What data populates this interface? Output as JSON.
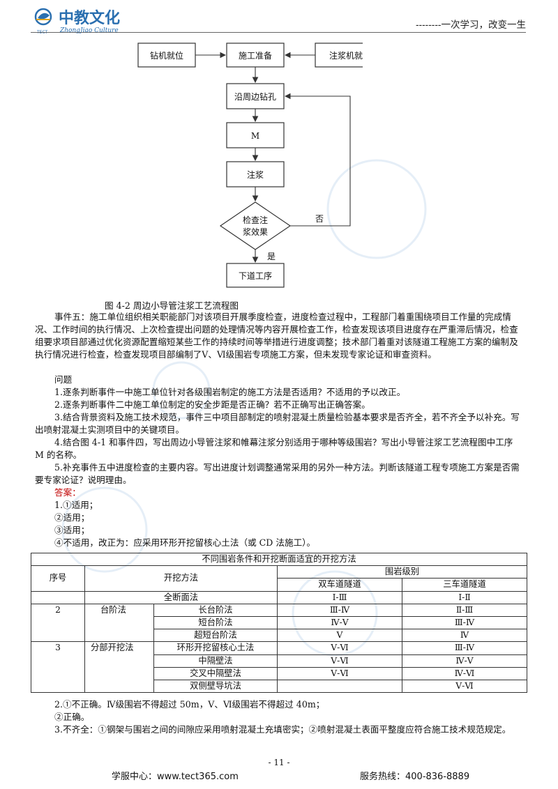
{
  "header": {
    "logo_cn": "中教文化",
    "logo_en": "ZhongJiao Culture",
    "logo_abbr": "TECT",
    "slogan": "--------一次学习，改变一生"
  },
  "flowchart": {
    "nodes": {
      "drill_position": "钻机就位",
      "prep": "施工准备",
      "grout_machine": "注浆机就位及浆液拌和",
      "drill_holes": "沿周边钻孔",
      "m_step": "M",
      "grouting": "注浆",
      "check_line1": "检查注",
      "check_line2": "浆效果",
      "next": "下道工序"
    },
    "no_label": "否",
    "yes_label": "是"
  },
  "figure_caption": "图 4-2  周边小导管注浆工艺流程图",
  "event5": "事件五：施工单位组织相关职能部门对该项目开展季度检查，进度检查过程中，工程部门着重围绕项目工作量的完成情况、工作时间的执行情况、上次检查提出问题的处理情况等内容开展检查工作，检查发现该项目进度存在严重滞后情况，检查组要求项目部通过优化资源配置缩短某些工作的持续时间等举措进行进度调整；技术部门着重对该隧道工程施工方案的编制及执行情况进行检查，检查发现项目部编制了Ⅴ、Ⅵ级围岩专项施工方案，但未发现专家论证和审查资料。",
  "questions": {
    "title": "问题",
    "q1": "1.逐条判断事件一中施工单位针对各级围岩制定的施工方法是否适用？不适用的予以改正。",
    "q2": "2.逐条判断事件二中施工单位制定的安全步距是否正确？若不正确写出正确答案。",
    "q3": "3.结合背景资料及施工技术规范，事件三中项目部制定的喷射混凝土质量检验基本要求是否齐全，若不齐全予以补充。写出喷射混凝土实测项目中的关键项目。",
    "q4": "4.结合图 4-1 和事件四，写出周边小导管注浆和帷幕注浆分别适用于哪种等级围岩？写出小导管注浆工艺流程图中工序 M 的名称。",
    "q5": "5.补充事件五中进度检查的主要内容。写出进度计划调整通常采用的另外一种方法。判断该隧道工程专项施工方案是否需要专家论证？说明理由。"
  },
  "answers": {
    "label": "答案：",
    "a1_1": "1.①适用；",
    "a1_2": "②适用；",
    "a1_3": "③适用；",
    "a1_4": "④不适用，改正为：应采用环形开挖留核心土法（或 CD 法施工）。",
    "a2_1": "2.①不正确。Ⅳ级围岩不得超过 50m，Ⅴ、Ⅵ级围岩不得超过 40m；",
    "a2_2": "②正确。",
    "a3": "3.不齐全：①钢架与围岩之间的间隙应采用喷射混凝土充填密实；②喷射混凝土表面平整度应符合施工技术规范规定。"
  },
  "table": {
    "title": "不同围岩条件和开挖断面适宜的开挖方法",
    "headers": {
      "no": "序号",
      "method": "开挖方法",
      "rock_grade": "围岩级别",
      "double_lane": "双车道隧道",
      "triple_lane": "三车道隧道"
    },
    "rows": {
      "full_face": {
        "name": "全断面法",
        "double": "Ⅰ-Ⅲ",
        "triple": "Ⅰ-Ⅱ"
      },
      "bench": {
        "no": "2",
        "group": "台阶法",
        "long": {
          "name": "长台阶法",
          "double": "Ⅲ-Ⅳ",
          "triple": "Ⅱ-Ⅲ"
        },
        "short": {
          "name": "短台阶法",
          "double": "Ⅳ-Ⅴ",
          "triple": "Ⅲ-Ⅳ"
        },
        "ultra": {
          "name": "超短台阶法",
          "double": "Ⅴ",
          "triple": "Ⅳ"
        }
      },
      "partial": {
        "no": "3",
        "group": "分部开挖法",
        "ring": {
          "name": "环形开挖留核心土法",
          "double": "Ⅴ-Ⅵ",
          "triple": "Ⅲ-Ⅳ"
        },
        "cd": {
          "name": "中隔壁法",
          "double": "Ⅴ-Ⅵ",
          "triple": "Ⅳ-Ⅴ"
        },
        "crd": {
          "name": "交叉中隔壁法",
          "double": "Ⅴ-Ⅵ",
          "triple": "Ⅳ-Ⅵ"
        },
        "double_side": {
          "name": "双侧壁导坑法",
          "double": "",
          "triple": "Ⅴ-Ⅵ"
        }
      }
    }
  },
  "footer": {
    "page_number": "- 11 -",
    "service": "学服中心：www.tect365.com",
    "hotline": "服务热线：400-836-8889"
  }
}
